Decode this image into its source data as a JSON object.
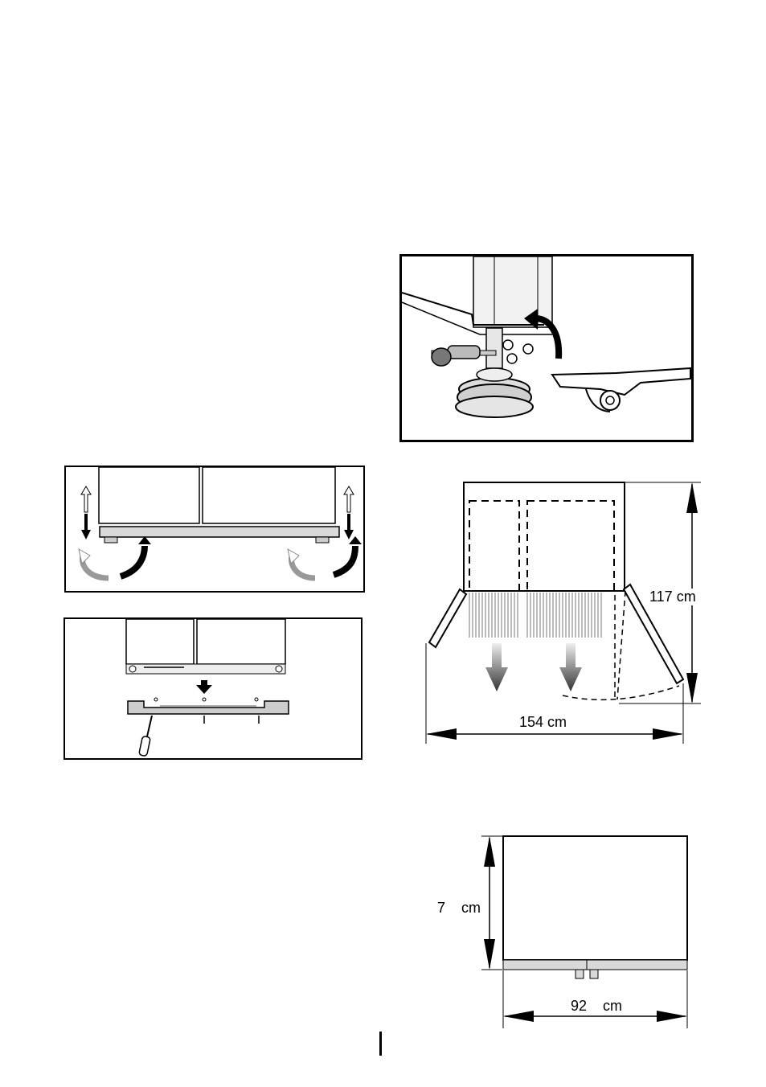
{
  "figure_depth": {
    "width_label": "154 cm",
    "height_label": "117 cm"
  },
  "figure_front": {
    "height_label": "7    cm",
    "width_label": "92    cm"
  }
}
